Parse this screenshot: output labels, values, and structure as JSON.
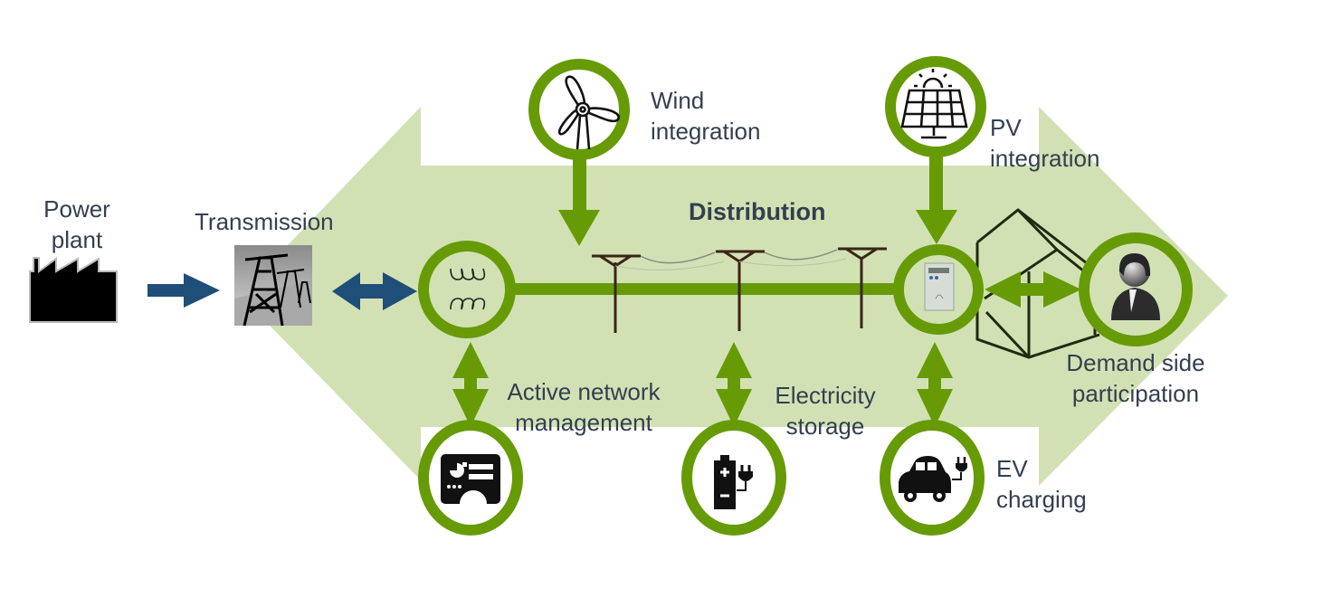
{
  "title": "Distribution",
  "colors": {
    "arrow_fill": "#d2e1b4",
    "node_ring": "#669b06",
    "connector": "#669b06",
    "transmission_arrow": "#1f4e79",
    "text": "#333f50"
  },
  "nodes": {
    "power_plant": {
      "label_line1": "Power",
      "label_line2": "plant",
      "icon": "factory-icon"
    },
    "transmission": {
      "label": "Transmission",
      "icon": "transmission-tower-icon"
    },
    "transformer": {
      "icon": "transformer-coil-icon"
    },
    "wind": {
      "label_line1": "Wind",
      "label_line2": "integration",
      "icon": "wind-turbine-icon"
    },
    "pv": {
      "label_line1": "PV",
      "label_line2": "integration",
      "icon": "solar-panel-icon"
    },
    "smart_meter": {
      "icon": "smart-meter-icon"
    },
    "demand": {
      "label_line1": "Demand side",
      "label_line2": "participation",
      "icon": "user-icon"
    },
    "anm": {
      "label_line1": "Active network",
      "label_line2": "management",
      "icon": "control-panel-icon"
    },
    "storage": {
      "label_line1": "Electricity",
      "label_line2": "storage",
      "icon": "battery-plug-icon"
    },
    "ev": {
      "label_line1": "EV",
      "label_line2": "charging",
      "icon": "electric-car-icon"
    }
  }
}
